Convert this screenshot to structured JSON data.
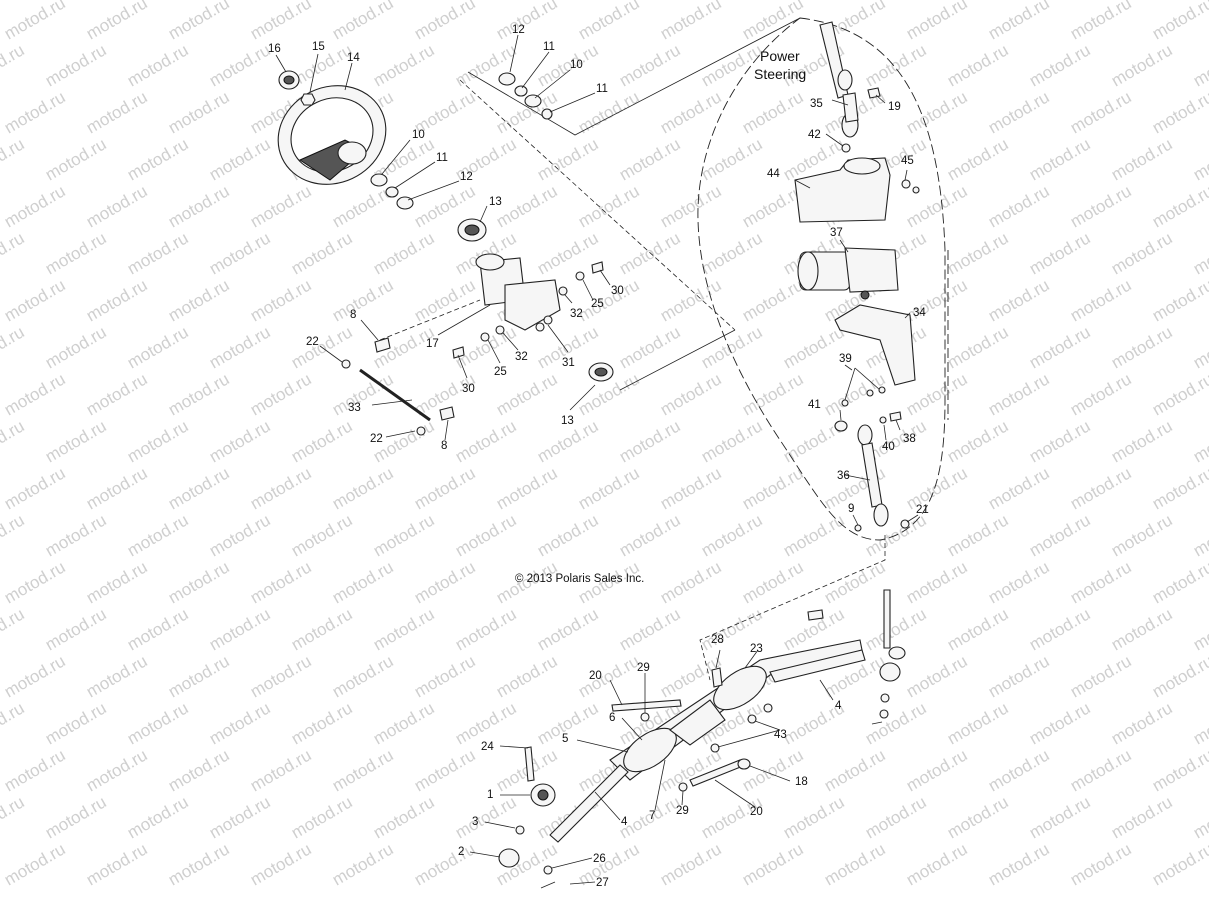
{
  "watermark": {
    "text": "motod.ru",
    "color": "#cfcfcf"
  },
  "inset": {
    "title_line1": "Power",
    "title_line2": "Steering"
  },
  "copyright": "© 2013 Polaris Sales Inc.",
  "callouts": {
    "c1": "1",
    "c2": "2",
    "c3": "3",
    "c4a": "4",
    "c4b": "4",
    "c5": "5",
    "c6": "6",
    "c7": "7",
    "c8a": "8",
    "c8b": "8",
    "c9": "9",
    "c10a": "10",
    "c10b": "10",
    "c11a": "11",
    "c11b": "11",
    "c11c": "11",
    "c12a": "12",
    "c12b": "12",
    "c13a": "13",
    "c13b": "13",
    "c14": "14",
    "c15": "15",
    "c16": "16",
    "c17": "17",
    "c18": "18",
    "c19": "19",
    "c20a": "20",
    "c20b": "20",
    "c21": "21",
    "c22a": "22",
    "c22b": "22",
    "c23": "23",
    "c24": "24",
    "c25a": "25",
    "c25b": "25",
    "c26": "26",
    "c27": "27",
    "c28": "28",
    "c29a": "29",
    "c29b": "29",
    "c30a": "30",
    "c30b": "30",
    "c31": "31",
    "c32a": "32",
    "c32b": "32",
    "c33": "33",
    "c34": "34",
    "c35": "35",
    "c36": "36",
    "c37": "37",
    "c38": "38",
    "c39": "39",
    "c40": "40",
    "c41": "41",
    "c42": "42",
    "c43": "43",
    "c44": "44",
    "c45": "45"
  }
}
